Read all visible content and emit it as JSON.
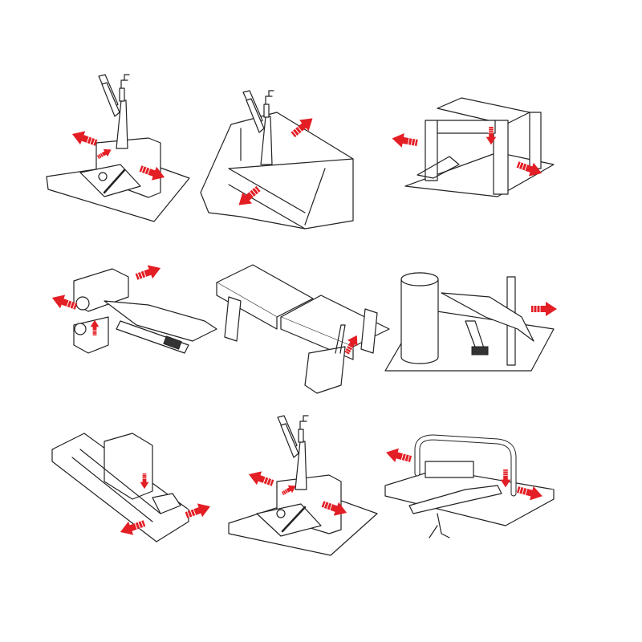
{
  "figure": {
    "description_type": "clamp usage illustrations",
    "arrow_color": "#e31e24",
    "line_color": "#222222",
    "background": "#ffffff",
    "panels": [
      {
        "id": "plate-vertical-clamp",
        "arrows": 3
      },
      {
        "id": "beam-vertical-clamp",
        "arrows": 2
      },
      {
        "id": "frame-box-clamp",
        "arrows": 3
      },
      {
        "id": "hinge-blocks-clamp",
        "arrows": 3
      },
      {
        "id": "wooden-beams-clamp",
        "arrows": 1
      },
      {
        "id": "post-clamp",
        "arrows": 1
      },
      {
        "id": "channel-clamp",
        "arrows": 3
      },
      {
        "id": "plate-vertical-clamp-2",
        "arrows": 3
      },
      {
        "id": "u-handle-clamp",
        "arrows": 3
      }
    ]
  }
}
